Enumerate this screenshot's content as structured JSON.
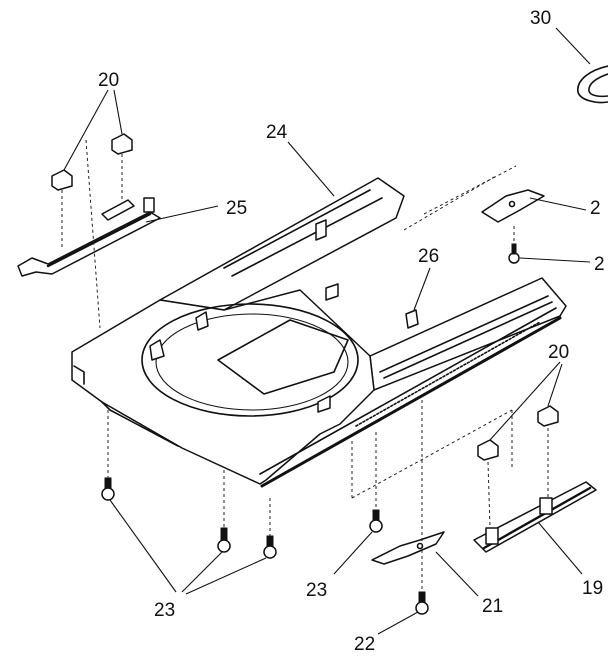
{
  "callouts": {
    "c30": "30",
    "c20a": "20",
    "c24": "24",
    "c25": "25",
    "c2a": "2",
    "c2b": "2",
    "c26": "26",
    "c20b": "20",
    "c19": "19",
    "c23a": "23",
    "c23b": "23",
    "c21": "21",
    "c22": "22"
  }
}
